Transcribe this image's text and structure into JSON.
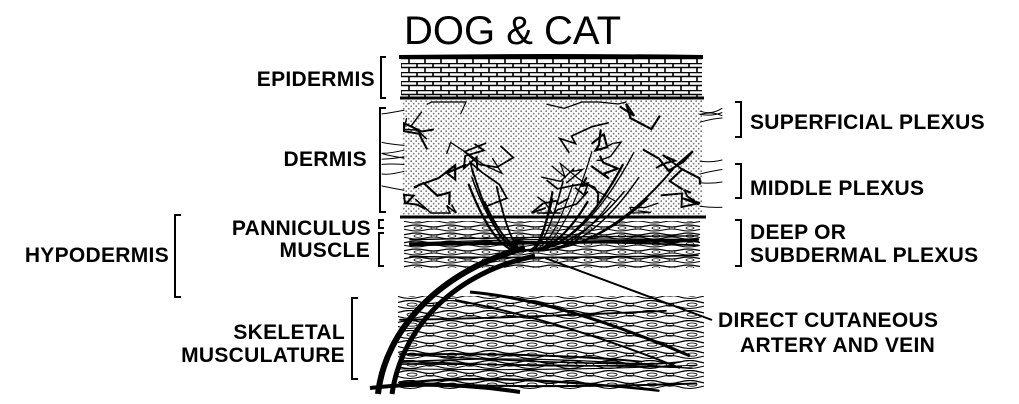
{
  "diagram": {
    "title": "DOG & CAT",
    "left_labels": {
      "epidermis": "EPIDERMIS",
      "dermis": "DERMIS",
      "hypodermis": "HYPODERMIS",
      "panniculus_line1": "PANNICULUS",
      "panniculus_line2": "MUSCLE",
      "skeletal_line1": "SKELETAL",
      "skeletal_line2": "MUSCULATURE"
    },
    "right_labels": {
      "superficial": "SUPERFICIAL PLEXUS",
      "middle": "MIDDLE PLEXUS",
      "deep_line1": "DEEP OR",
      "deep_line2": "SUBDERMAL PLEXUS",
      "cutaneous_line1": "DIRECT CUTANEOUS",
      "cutaneous_line2": "ARTERY AND VEIN"
    },
    "colors": {
      "ink": "#000000",
      "paper": "#ffffff",
      "stipple": "#9a9a9a"
    }
  }
}
